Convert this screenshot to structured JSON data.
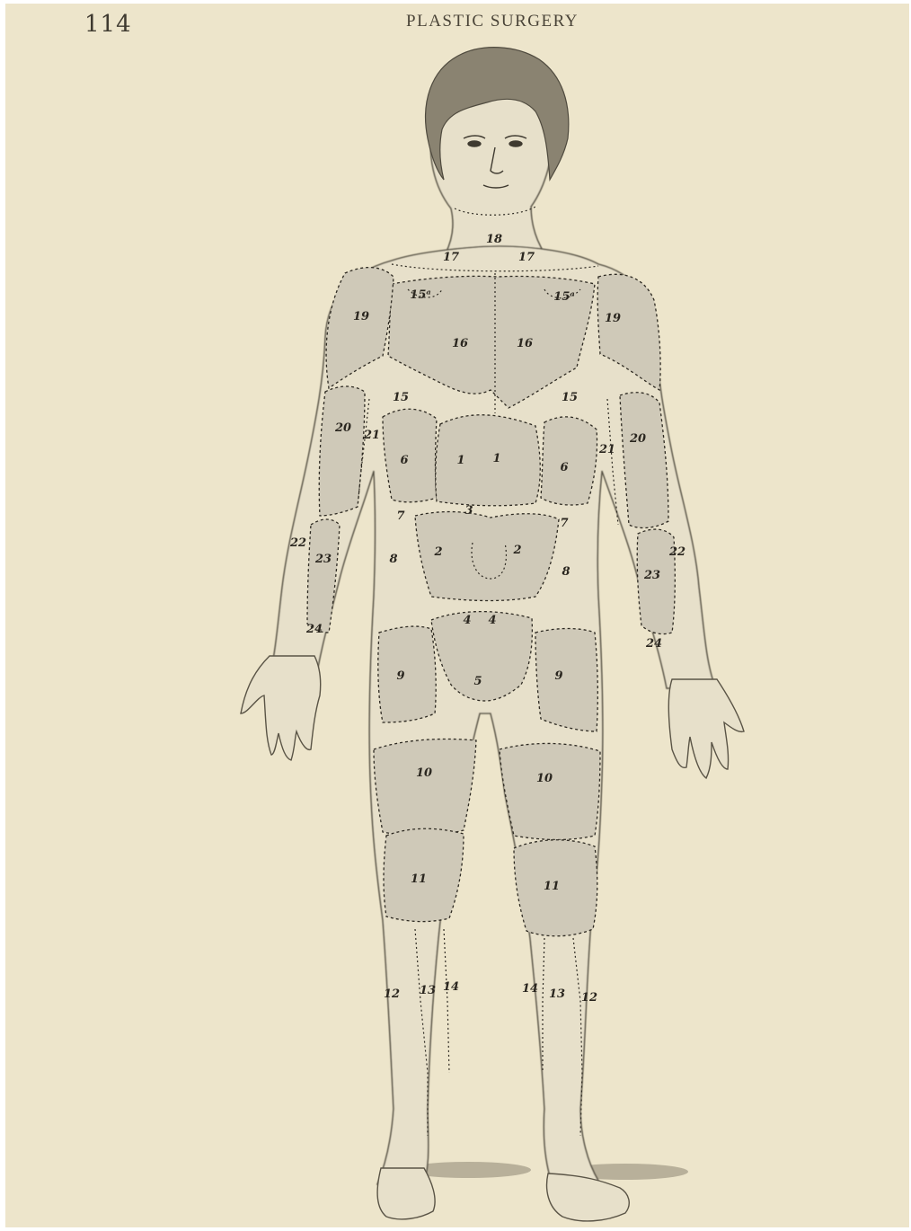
{
  "page": {
    "number": "114",
    "running_head": "PLASTIC SURGERY"
  },
  "colors": {
    "paper": "#ede5cb",
    "ink": "#3f3a30",
    "region_fill": "#cfc9b8"
  },
  "figure": {
    "region_labels": [
      {
        "id": "label-1-right",
        "text": "1"
      },
      {
        "id": "label-1-left",
        "text": "1"
      },
      {
        "id": "label-2-right",
        "text": "2"
      },
      {
        "id": "label-2-left",
        "text": "2"
      },
      {
        "id": "label-3",
        "text": "3"
      },
      {
        "id": "label-4-right",
        "text": "4"
      },
      {
        "id": "label-4-left",
        "text": "4"
      },
      {
        "id": "label-5",
        "text": "5"
      },
      {
        "id": "label-6-right",
        "text": "6"
      },
      {
        "id": "label-6-left",
        "text": "6"
      },
      {
        "id": "label-7-right",
        "text": "7"
      },
      {
        "id": "label-7-left",
        "text": "7"
      },
      {
        "id": "label-8-right",
        "text": "8"
      },
      {
        "id": "label-8-left",
        "text": "8"
      },
      {
        "id": "label-9-right",
        "text": "9"
      },
      {
        "id": "label-9-left",
        "text": "9"
      },
      {
        "id": "label-10-right",
        "text": "10"
      },
      {
        "id": "label-10-left",
        "text": "10"
      },
      {
        "id": "label-11-right",
        "text": "11"
      },
      {
        "id": "label-11-left",
        "text": "11"
      },
      {
        "id": "label-12-right",
        "text": "12"
      },
      {
        "id": "label-12-left",
        "text": "12"
      },
      {
        "id": "label-13-right",
        "text": "13"
      },
      {
        "id": "label-13-left",
        "text": "13"
      },
      {
        "id": "label-14-right",
        "text": "14"
      },
      {
        "id": "label-14-left",
        "text": "14"
      },
      {
        "id": "label-15-right",
        "text": "15"
      },
      {
        "id": "label-15-left",
        "text": "15"
      },
      {
        "id": "label-15a-right",
        "text": "15ᵃ"
      },
      {
        "id": "label-15a-left",
        "text": "15ᵃ"
      },
      {
        "id": "label-16-right",
        "text": "16"
      },
      {
        "id": "label-16-left",
        "text": "16"
      },
      {
        "id": "label-17-right",
        "text": "17"
      },
      {
        "id": "label-17-left",
        "text": "17"
      },
      {
        "id": "label-18",
        "text": "18"
      },
      {
        "id": "label-19-right",
        "text": "19"
      },
      {
        "id": "label-19-left",
        "text": "19"
      },
      {
        "id": "label-20-right",
        "text": "20"
      },
      {
        "id": "label-20-left",
        "text": "20"
      },
      {
        "id": "label-21-right",
        "text": "21"
      },
      {
        "id": "label-21-left",
        "text": "21"
      },
      {
        "id": "label-22-right",
        "text": "22"
      },
      {
        "id": "label-22-left",
        "text": "22"
      },
      {
        "id": "label-23-right",
        "text": "23"
      },
      {
        "id": "label-23-left",
        "text": "23"
      },
      {
        "id": "label-24-right",
        "text": "24"
      },
      {
        "id": "label-24-left",
        "text": "24"
      }
    ]
  }
}
